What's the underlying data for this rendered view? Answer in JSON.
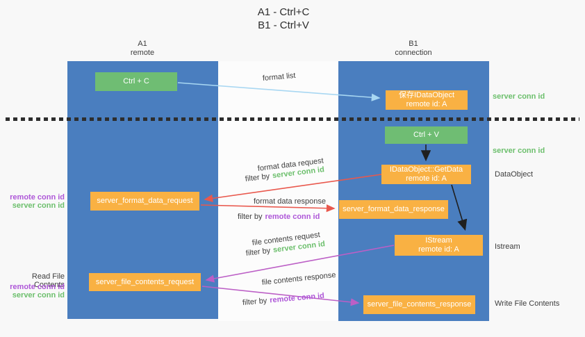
{
  "title": {
    "line1": "A1 - Ctrl+C",
    "line2": "B1 - Ctrl+V"
  },
  "lanes": {
    "a1": {
      "name": "A1",
      "subtitle": "remote"
    },
    "b1": {
      "name": "B1",
      "subtitle": "connection"
    }
  },
  "nodes": {
    "ctrl_c": {
      "label": "Ctrl + C"
    },
    "ctrl_v": {
      "label": "Ctrl + V"
    },
    "save_idataobject": {
      "line1": "保存IDataObject",
      "line2": "remote id: A"
    },
    "idataobject_getdata": {
      "line1": "IDataObject::GetData",
      "line2": "remote id: A"
    },
    "istream": {
      "line1": "IStream",
      "line2": "remote id: A"
    },
    "server_format_data_request": {
      "label": "server_format_data_request"
    },
    "server_format_data_response": {
      "label": "server_format_data_response"
    },
    "server_file_contents_request": {
      "label": "server_file_contents_request"
    },
    "server_file_contents_response": {
      "label": "server_file_contents_response"
    }
  },
  "edge_labels": {
    "format_list": "format list",
    "format_data_request": "format data request",
    "format_data_response": "format data response",
    "file_contents_request": "file contents request",
    "file_contents_response": "file contents response",
    "filter_by": "filter by",
    "server_conn_id": "server conn id",
    "remote_conn_id": "remote conn id"
  },
  "side_labels": {
    "left": {
      "remote_conn_id": "remote conn id",
      "server_conn_id": "server conn id",
      "read_file_contents": "Read File Contents"
    },
    "right": {
      "server_conn_id": "server conn id",
      "dataobject": "DataObject",
      "istream": "Istream",
      "write_file_contents": "Write File Contents"
    }
  },
  "colors": {
    "lane_blue": "#4a7ebf",
    "node_green": "#6fbd73",
    "node_orange": "#f9b143",
    "text_dark": "#3d3d3d",
    "green_text": "#6cbf6c",
    "purple_text": "#ae57d8",
    "arrow_red": "#e9584d",
    "arrow_purple": "#bc5fc6",
    "arrow_blue": "#a8d7f2",
    "arrow_black": "#1f1f1f"
  }
}
